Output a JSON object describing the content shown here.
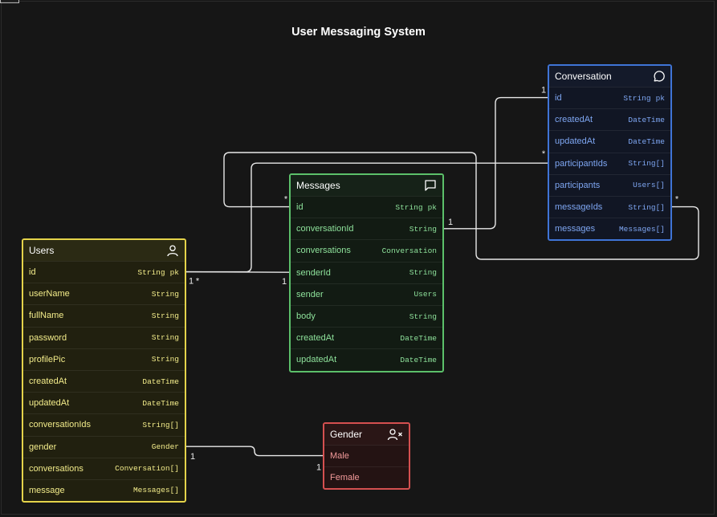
{
  "title": "User Messaging System",
  "entities": {
    "users": {
      "name": "Users",
      "icon": "user-icon",
      "colors": {
        "border": "#e4d34a",
        "header": "#2b2a14",
        "body": "#21200f",
        "text": "#f3ec8a"
      },
      "fields": [
        {
          "name": "id",
          "type": "String",
          "key": "pk"
        },
        {
          "name": "userName",
          "type": "String"
        },
        {
          "name": "fullName",
          "type": "String"
        },
        {
          "name": "password",
          "type": "String"
        },
        {
          "name": "profilePic",
          "type": "String"
        },
        {
          "name": "createdAt",
          "type": "DateTime"
        },
        {
          "name": "updatedAt",
          "type": "DateTime"
        },
        {
          "name": "conversationIds",
          "type": "String[]"
        },
        {
          "name": "gender",
          "type": "Gender"
        },
        {
          "name": "conversations",
          "type": "Conversation[]"
        },
        {
          "name": "message",
          "type": "Messages[]"
        }
      ]
    },
    "messages": {
      "name": "Messages",
      "icon": "chat-bubble-icon",
      "colors": {
        "border": "#5cc06a",
        "header": "#162218",
        "body": "#121b13",
        "text": "#8ee29b"
      },
      "fields": [
        {
          "name": "id",
          "type": "String",
          "key": "pk"
        },
        {
          "name": "conversationId",
          "type": "String"
        },
        {
          "name": "conversations",
          "type": "Conversation"
        },
        {
          "name": "senderId",
          "type": "String"
        },
        {
          "name": "sender",
          "type": "Users"
        },
        {
          "name": "body",
          "type": "String"
        },
        {
          "name": "createdAt",
          "type": "DateTime"
        },
        {
          "name": "updatedAt",
          "type": "DateTime"
        }
      ]
    },
    "conversation": {
      "name": "Conversation",
      "icon": "speech-bubble-icon",
      "colors": {
        "border": "#3f74d6",
        "header": "#141a2a",
        "body": "#111624",
        "text": "#7ea6f2"
      },
      "fields": [
        {
          "name": "id",
          "type": "String",
          "key": "pk"
        },
        {
          "name": "createdAt",
          "type": "DateTime"
        },
        {
          "name": "updatedAt",
          "type": "DateTime"
        },
        {
          "name": "participantIds",
          "type": "String[]"
        },
        {
          "name": "participants",
          "type": "Users[]"
        },
        {
          "name": "messageIds",
          "type": "String[]"
        },
        {
          "name": "messages",
          "type": "Messages[]"
        }
      ]
    },
    "gender": {
      "name": "Gender",
      "icon": "user-remove-icon",
      "colors": {
        "border": "#d55050",
        "header": "#2a1616",
        "body": "#241313",
        "text": "#f29a9a"
      },
      "fields": [
        {
          "name": "Male",
          "type": ""
        },
        {
          "name": "Female",
          "type": ""
        }
      ]
    }
  },
  "relations": [
    {
      "name": "users-conversation-participants",
      "from": [
        "users",
        0,
        "right"
      ],
      "to": [
        "conversation",
        3,
        "left"
      ],
      "mid": 313,
      "labels": [
        "1",
        "*"
      ]
    },
    {
      "name": "users-messages-sender",
      "from": [
        "users",
        0,
        "right"
      ],
      "to": [
        "messages",
        3,
        "left"
      ],
      "labels": [
        "*",
        "1"
      ]
    },
    {
      "name": "conversation-messages",
      "from": [
        "messages",
        1,
        "right"
      ],
      "to": [
        "conversation",
        0,
        "left"
      ],
      "mid": 617,
      "labels": [
        "1",
        "1"
      ]
    },
    {
      "name": "messages-conversation-loop",
      "from": [
        "messages",
        0,
        "left"
      ],
      "to": [
        "conversation",
        5,
        "right"
      ],
      "loop": true,
      "labels": [
        "*",
        "*"
      ]
    },
    {
      "name": "users-gender",
      "from": [
        "users",
        8,
        "right"
      ],
      "to": [
        "gender",
        0,
        "left"
      ],
      "labels": [
        "1",
        "1"
      ]
    }
  ]
}
